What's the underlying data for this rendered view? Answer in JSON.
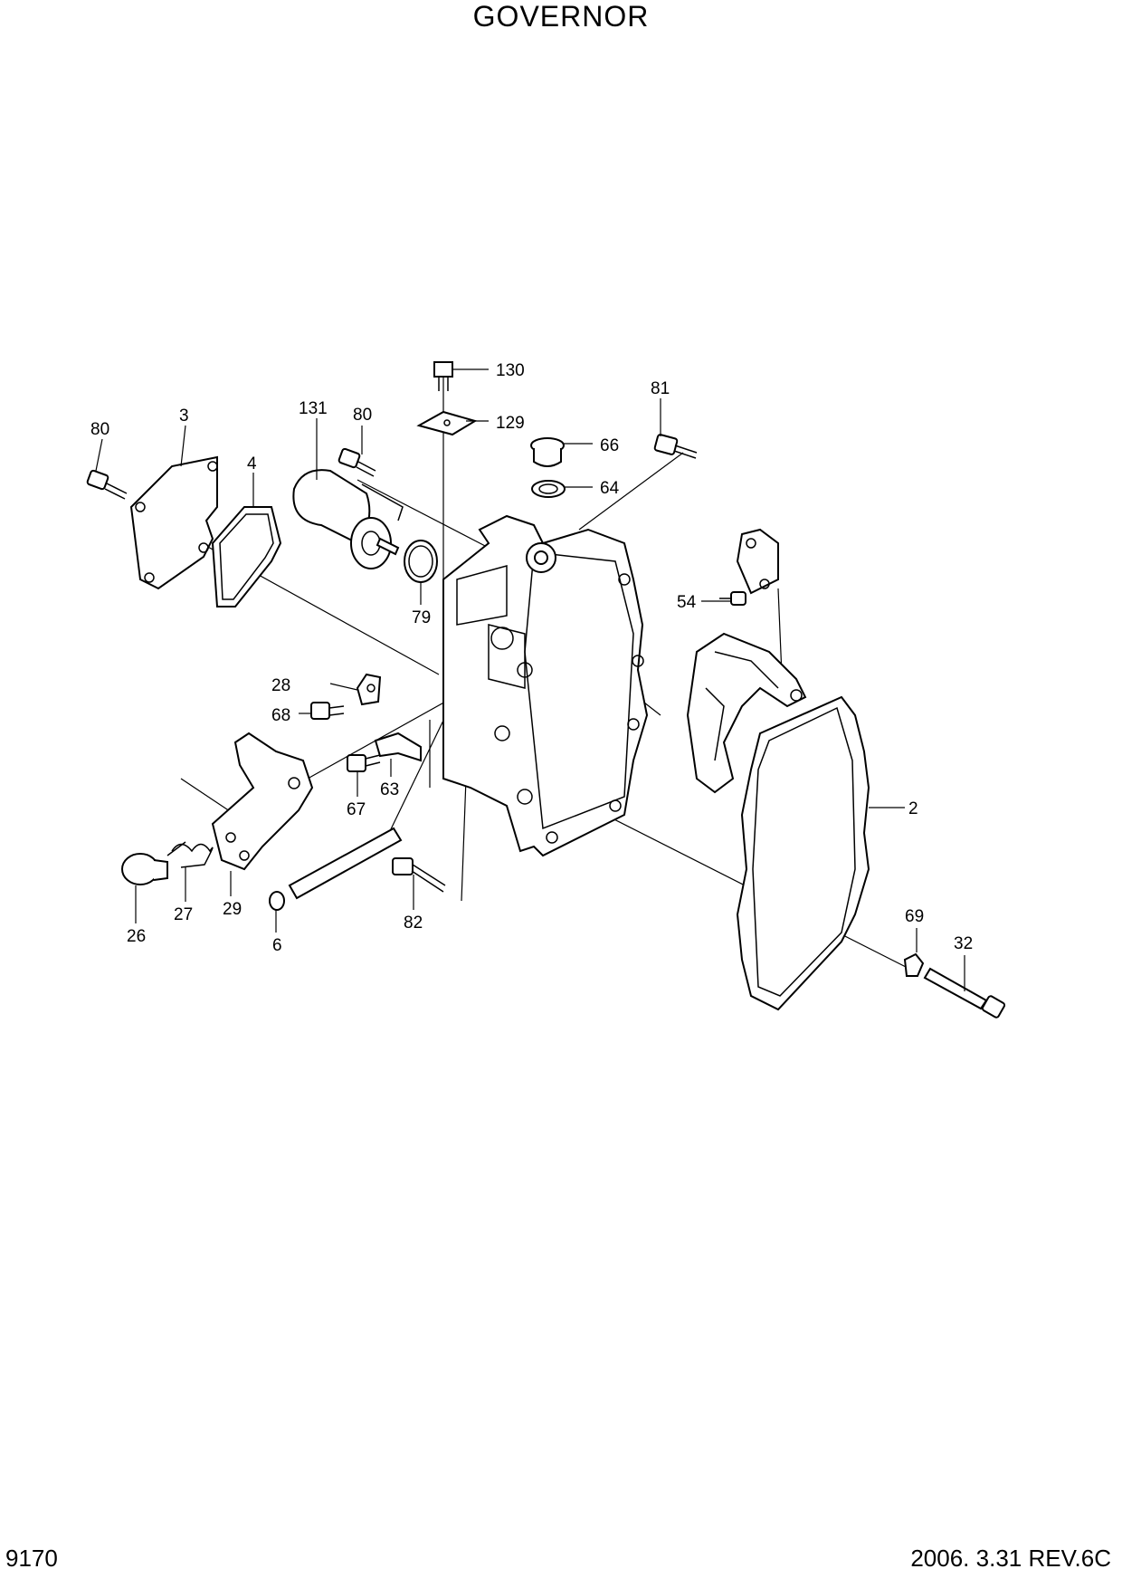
{
  "header": {
    "title": "GOVERNOR"
  },
  "footer": {
    "page_number": "9170",
    "revision": "2006. 3.31  REV.6C"
  },
  "callouts": [
    {
      "id": "c130",
      "text": "130"
    },
    {
      "id": "c81",
      "text": "81"
    },
    {
      "id": "c129",
      "text": "129"
    },
    {
      "id": "c131",
      "text": "131"
    },
    {
      "id": "c80a",
      "text": "80"
    },
    {
      "id": "c80b",
      "text": "80"
    },
    {
      "id": "c3",
      "text": "3"
    },
    {
      "id": "c4",
      "text": "4"
    },
    {
      "id": "c66",
      "text": "66"
    },
    {
      "id": "c64",
      "text": "64"
    },
    {
      "id": "c79",
      "text": "79"
    },
    {
      "id": "c54",
      "text": "54"
    },
    {
      "id": "c28",
      "text": "28"
    },
    {
      "id": "c68",
      "text": "68"
    },
    {
      "id": "c63",
      "text": "63"
    },
    {
      "id": "c67",
      "text": "67"
    },
    {
      "id": "c2",
      "text": "2"
    },
    {
      "id": "c29",
      "text": "29"
    },
    {
      "id": "c27",
      "text": "27"
    },
    {
      "id": "c26",
      "text": "26"
    },
    {
      "id": "c6",
      "text": "6"
    },
    {
      "id": "c82",
      "text": "82"
    },
    {
      "id": "c69",
      "text": "69"
    },
    {
      "id": "c32",
      "text": "32"
    }
  ]
}
